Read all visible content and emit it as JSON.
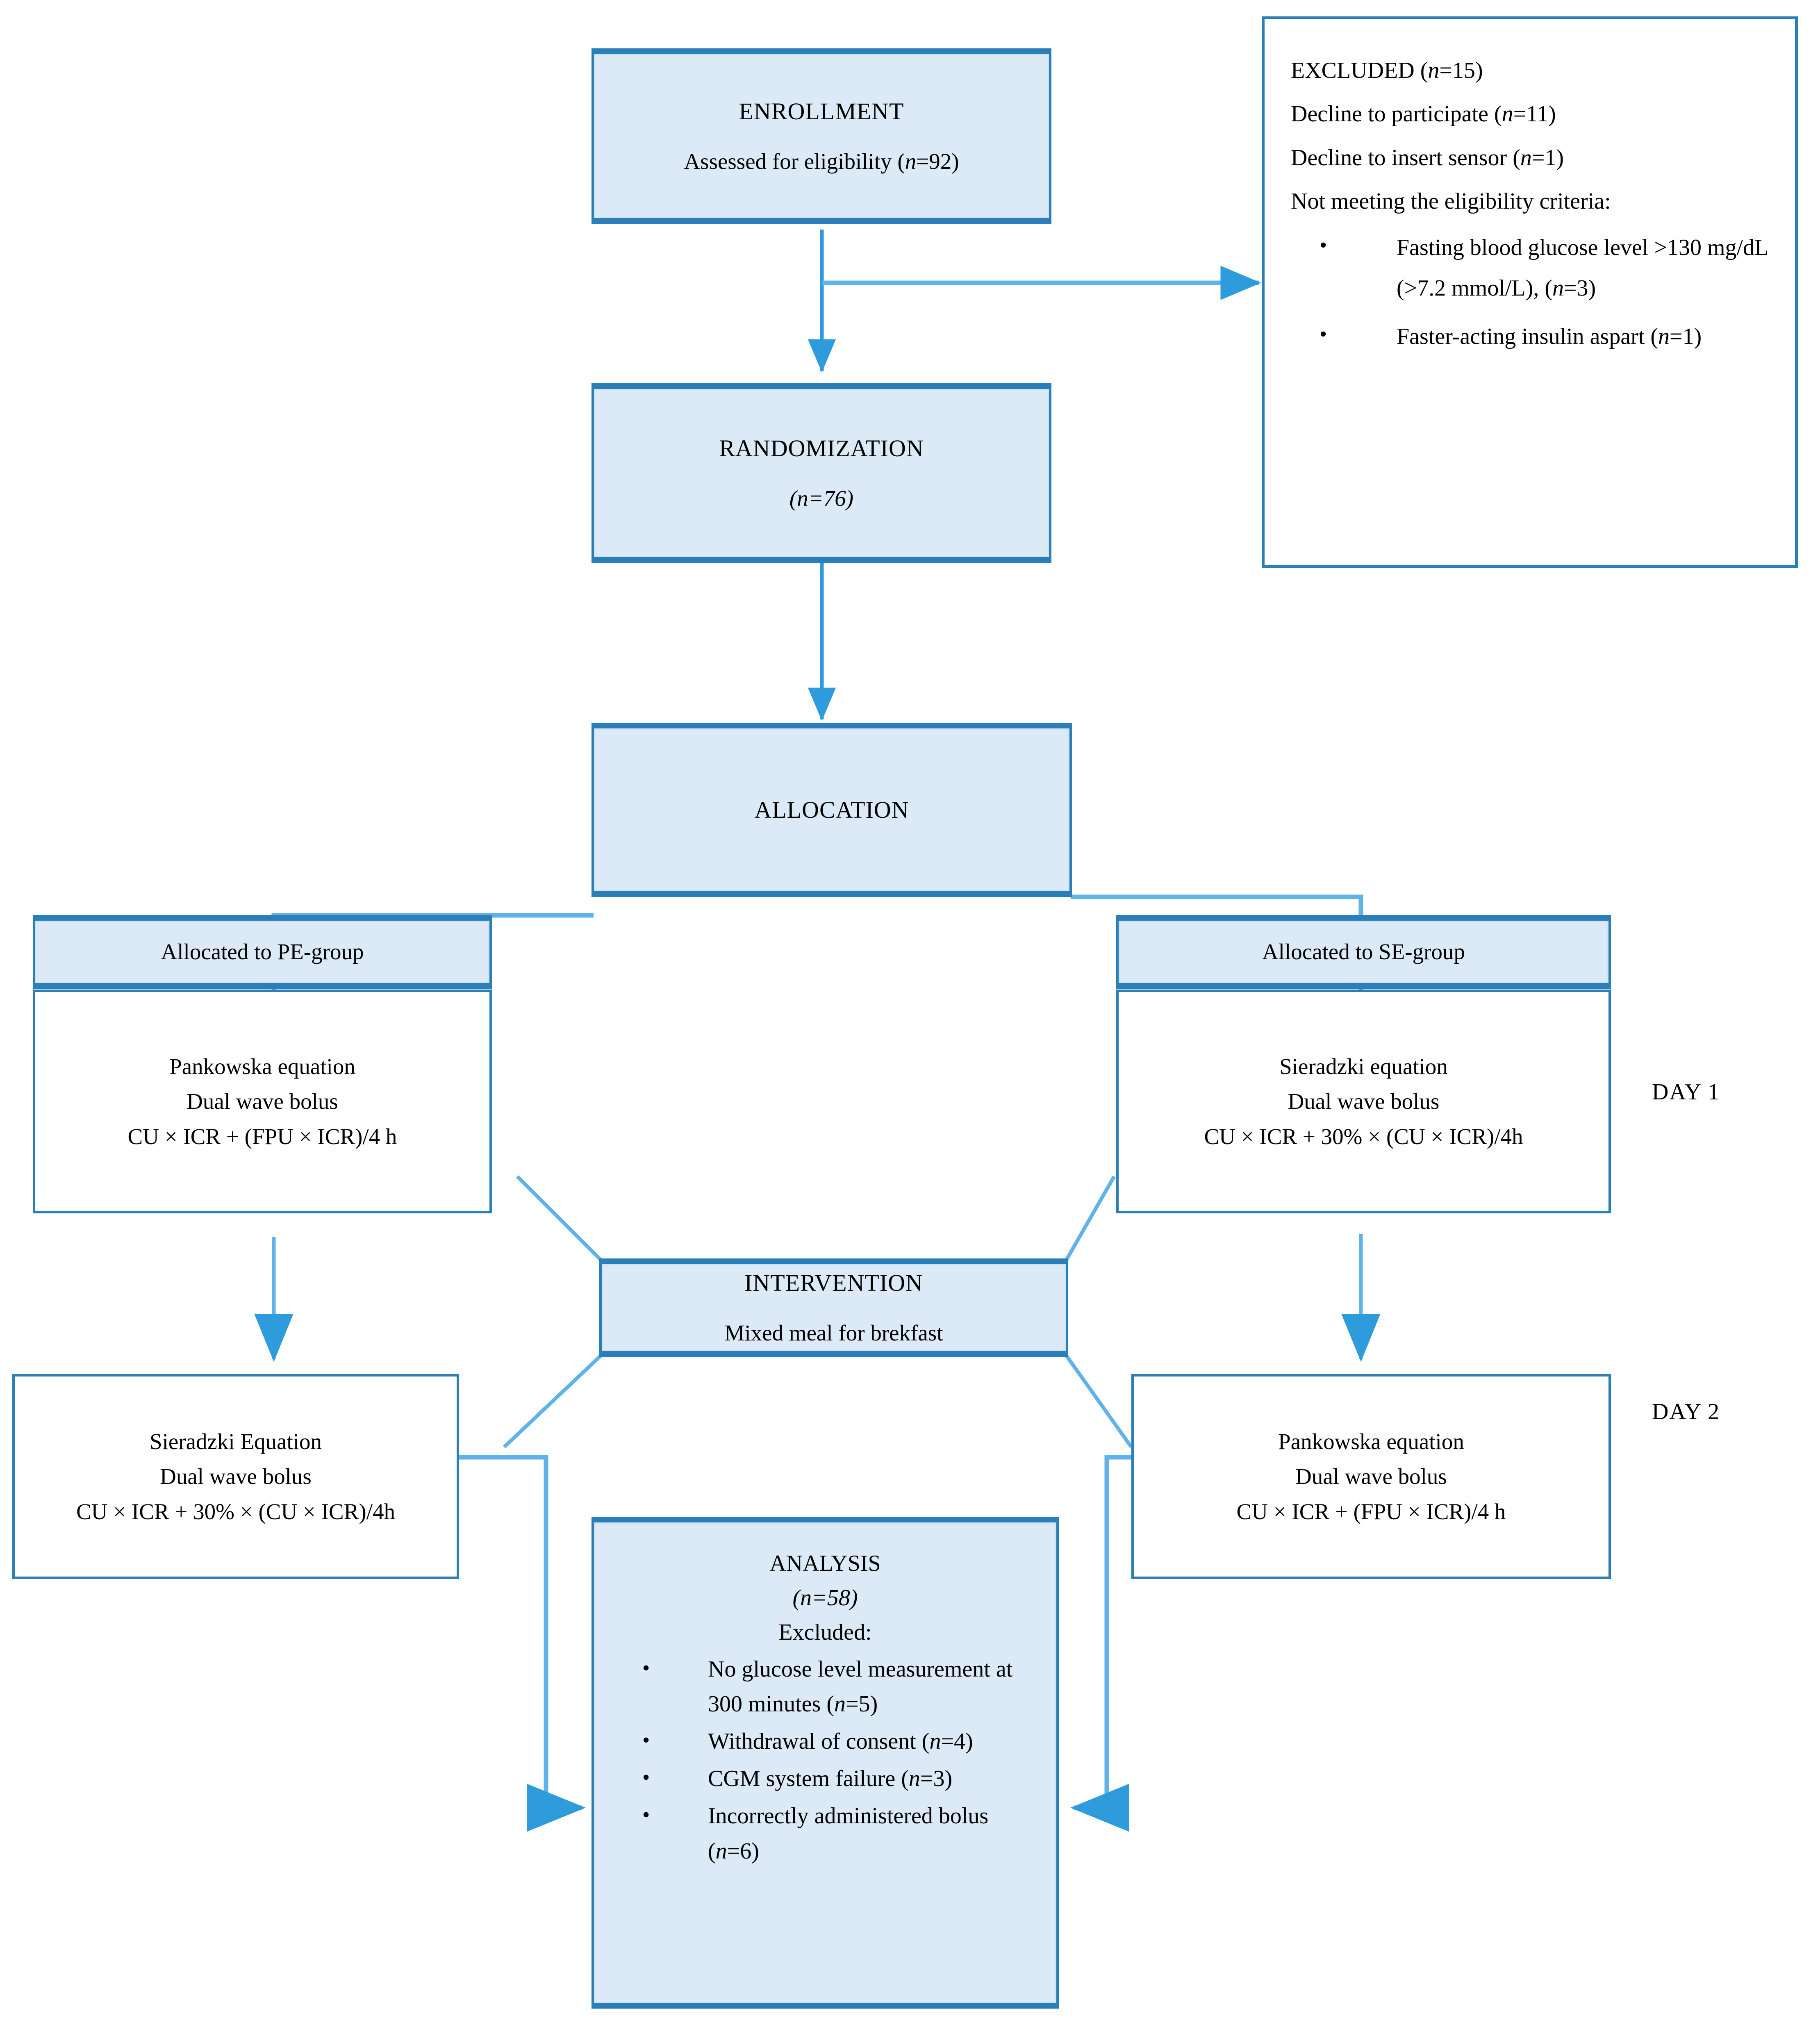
{
  "figure": {
    "kind": "consort-flow-diagram",
    "accent_color": "#2a7fb8",
    "box_fill_color": "#dbeaf6",
    "plain_fill_color": "#ffffff",
    "text_color": "#000000"
  },
  "enrollment": {
    "title": "ENROLLMENT",
    "subtitle_prefix": "Assessed for eligibility (",
    "subtitle_n": "n",
    "subtitle_suffix": "=92)"
  },
  "excluded": {
    "heading_prefix": "EXCLUDED (",
    "heading_n": "n",
    "heading_suffix": "=15)",
    "line2": "Decline to participate (n=11)",
    "line3": "Decline to insert sensor (n=1)",
    "line4": "Not meeting the eligibility criteria:",
    "bullets": [
      "Fasting blood glucose level >130 mg/dL (>7.2 mmol/L), (n=3)",
      "Faster-acting insulin aspart (n=1)"
    ]
  },
  "randomization": {
    "title": "RANDOMIZATION",
    "subtitle": "(n=76)"
  },
  "allocation": {
    "title": "ALLOCATION"
  },
  "pe_group": {
    "header": "Allocated to PE-group",
    "line1": "Pankowska equation",
    "line2": "Dual wave bolus",
    "line3": "CU × ICR + (FPU × ICR)/4 h"
  },
  "se_group": {
    "header": "Allocated to SE-group",
    "line1": "Sieradzki equation",
    "line2": "Dual wave bolus",
    "line3": "CU × ICR + 30% × (CU × ICR)/4h"
  },
  "intervention": {
    "title": "INTERVENTION",
    "subtitle": "Mixed meal for brekfast"
  },
  "day2_left": {
    "line1": "Sieradzki Equation",
    "line2": "Dual wave bolus",
    "line3": "CU × ICR + 30% × (CU × ICR)/4h"
  },
  "day2_right": {
    "line1": "Pankowska equation",
    "line2": "Dual wave bolus",
    "line3": "CU × ICR + (FPU × ICR)/4 h"
  },
  "analysis": {
    "title": "ANALYSIS",
    "n_line": "(n=58)",
    "excluded_label": "Excluded:",
    "bullets": [
      "No glucose level measurement at 300 minutes (n=5)",
      "Withdrawal of consent (n=4)",
      "CGM system failure (n=3)",
      "Incorrectly administered bolus (n=6)"
    ]
  },
  "day_labels": {
    "day1": "DAY 1",
    "day2": "DAY 2"
  }
}
